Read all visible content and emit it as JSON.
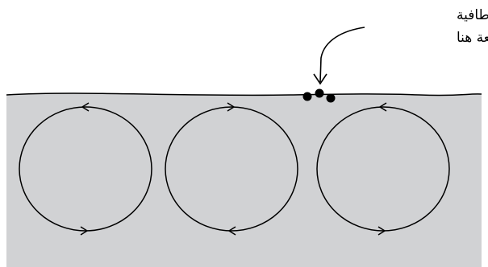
{
  "annotation": {
    "line1": "أشياء طافية",
    "line2": "متجمعة هنا"
  },
  "colors": {
    "water": "#d1d2d4",
    "ink": "#000000",
    "background": "#ffffff"
  },
  "icons": {
    "floating_objects": "cluster of three filled dots",
    "pointer": "curved arrow pointing down"
  },
  "convection_cells": [
    {
      "name": "left-cell",
      "top_arrow_direction": "left",
      "bottom_arrow_direction": "right"
    },
    {
      "name": "middle-cell",
      "top_arrow_direction": "right",
      "bottom_arrow_direction": "left"
    },
    {
      "name": "right-cell",
      "top_arrow_direction": "left",
      "bottom_arrow_direction": "right"
    }
  ]
}
